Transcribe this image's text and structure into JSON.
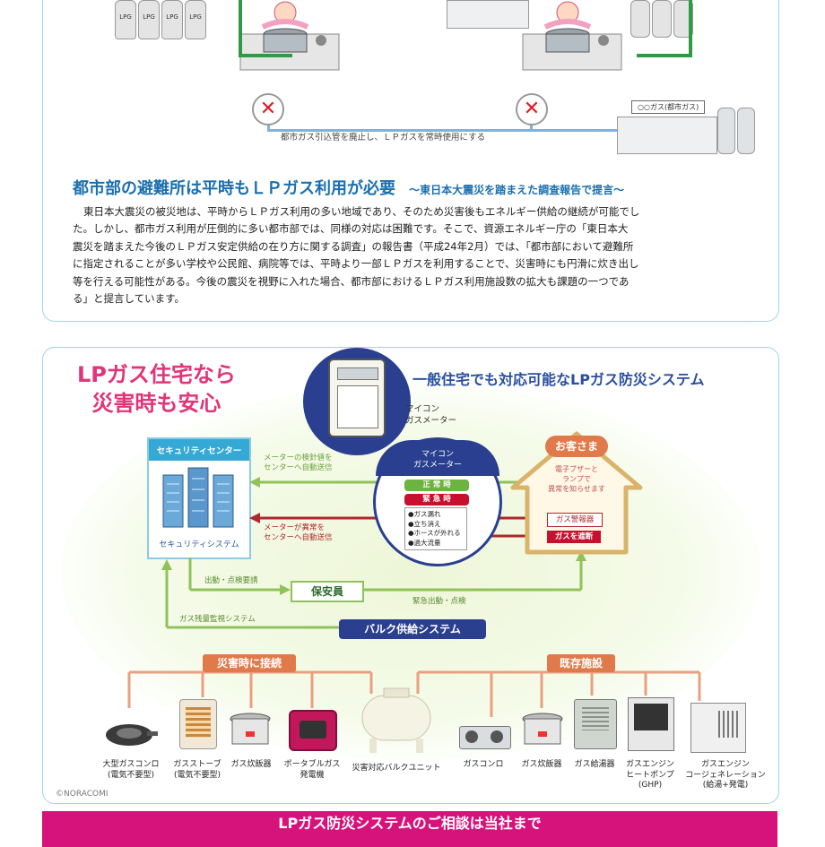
{
  "top_panel": {
    "gas_tank_label": "LPG",
    "no_mark": "✕",
    "pipe_caption": "都市ガス引込管を廃止し、ＬＰガスを常時使用にする",
    "city_gas_sign": "○○ガス(都市ガス)",
    "heading_main": "都市部の避難所は平時もＬＰガス利用が必要",
    "heading_sub": "〜東日本大震災を踏まえた調査報告で提言〜",
    "body_lines": [
      "東日本大震災の被災地は、平時からＬＰガス利用の多い地域であり、そのため災害後もエネルギー供給の継続が可能でし",
      "た。しかし、都市ガス利用が圧倒的に多い都市部では、同様の対応は困難です。そこで、資源エネルギー庁の「東日本大",
      "震災を踏まえた今後のＬＰガス安定供給の在り方に関する調査」の報告書（平成24年2月）では、「都市部において避難所",
      "に指定されることが多い学校や公民館、病院等では、平時より一部ＬＰガスを利用することで、災害時にも円滑に炊き出し",
      "等を行える可能性がある。今後の震災を視野に入れた場合、都市部におけるＬＰガス利用施設数の拡大も課題の一つであ",
      "る」と提言しています。"
    ]
  },
  "lower_panel": {
    "slogan_line1": "LPガス住宅なら",
    "slogan_line2": "災害時も安心",
    "system_title": "一般住宅でも対応可能なLPガス防災システム",
    "meter_callout_line1": "マイコン",
    "meter_callout_line2": "ガスメーター",
    "security_center_title": "セキュリティセンター",
    "security_system_label": "セキュリティシステム",
    "meter_panel": {
      "title_line1": "マイコン",
      "title_line2": "ガスメーター",
      "normal": "正 常 時",
      "emergency": "緊 急 時",
      "items": [
        "●ガス漏れ",
        "●立ち消え",
        "●ホースが外れる",
        "●過大流量"
      ]
    },
    "arrow_auto_send_line1": "メーターの検針値を",
    "arrow_auto_send_line2": "センターへ自動送信",
    "arrow_abnormal_line1": "メーターが異常を",
    "arrow_abnormal_line2": "センターへ自動送信",
    "customer_title": "お客さま",
    "customer_note_line1": "電子ブザーと",
    "customer_note_line2": "ランプで",
    "customer_note_line3": "異常を知らせます",
    "alarm_label": "ガス警報器",
    "shutoff_label": "ガスを遮断",
    "dispatch_request": "出動・点検要請",
    "safety_staff": "保安員",
    "emergency_dispatch": "緊急出動・点検",
    "remaining_monitor": "ガス残量監視システム",
    "bulk_system": "バルク供給システム",
    "disaster_connect": "災害時に接続",
    "existing_facilities": "既存施設",
    "bulk_unit_label": "災害対応バルクユニット",
    "appliances_left": [
      {
        "line1": "大型ガスコンロ",
        "line2": "(電気不要型)"
      },
      {
        "line1": "ガスストーブ",
        "line2": "(電気不要型)"
      },
      {
        "line1": "ガス炊飯器",
        "line2": ""
      },
      {
        "line1": "ポータブルガス",
        "line2": "発電機"
      }
    ],
    "appliances_right": [
      {
        "line1": "ガスコンロ",
        "line2": "",
        "line3": ""
      },
      {
        "line1": "ガス炊飯器",
        "line2": "",
        "line3": ""
      },
      {
        "line1": "ガス給湯器",
        "line2": "",
        "line3": ""
      },
      {
        "line1": "ガスエンジン",
        "line2": "ヒートポンプ",
        "line3": "(GHP)"
      },
      {
        "line1": "ガスエンジン",
        "line2": "コージェネレーション",
        "line3": "(給湯+発電)"
      }
    ],
    "copyright": "©NORACOMI"
  },
  "footer_banner": "LPガス防災システムのご相談は当社まで",
  "colors": {
    "panel_border": "#9fd4ea",
    "heading_blue": "#1a6fae",
    "slogan_pink": "#e0357a",
    "green_arrow": "#6db33f",
    "red_arrow": "#b0282c",
    "navy": "#2a3f8f",
    "orange_label": "#e07a4a",
    "banner_magenta": "#d6127b"
  }
}
